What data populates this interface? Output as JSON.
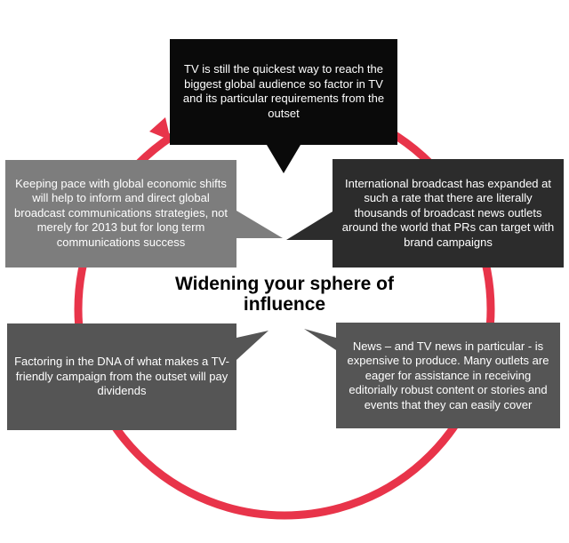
{
  "diagram": {
    "title": "Widening your sphere of influence",
    "colors": {
      "cycle": "#e8344a",
      "box_black": "#0a0a0a",
      "box_dark": "#2c2c2c",
      "box_gray": "#7d7d7d",
      "box_mid": "#555555",
      "text": "#ffffff",
      "title": "#000000"
    },
    "boxes": {
      "top": "TV is still the quickest way to reach the biggest global audience so factor in TV and its particular requirements from the outset",
      "right_upper": "International broadcast has expanded at such a rate that there are literally thousands of broadcast news outlets around the world that PRs can target with brand campaigns",
      "right_lower": "News – and TV news in particular - is expensive to produce. Many outlets are eager for assistance in receiving editorially robust content or stories and events that they can easily cover",
      "left_lower": "Factoring in the DNA of what makes a TV-friendly campaign from the outset will pay dividends",
      "left_upper": "Keeping pace with global economic shifts will help to inform and direct global broadcast communications strategies, not merely for 2013 but for long term communications success"
    }
  }
}
